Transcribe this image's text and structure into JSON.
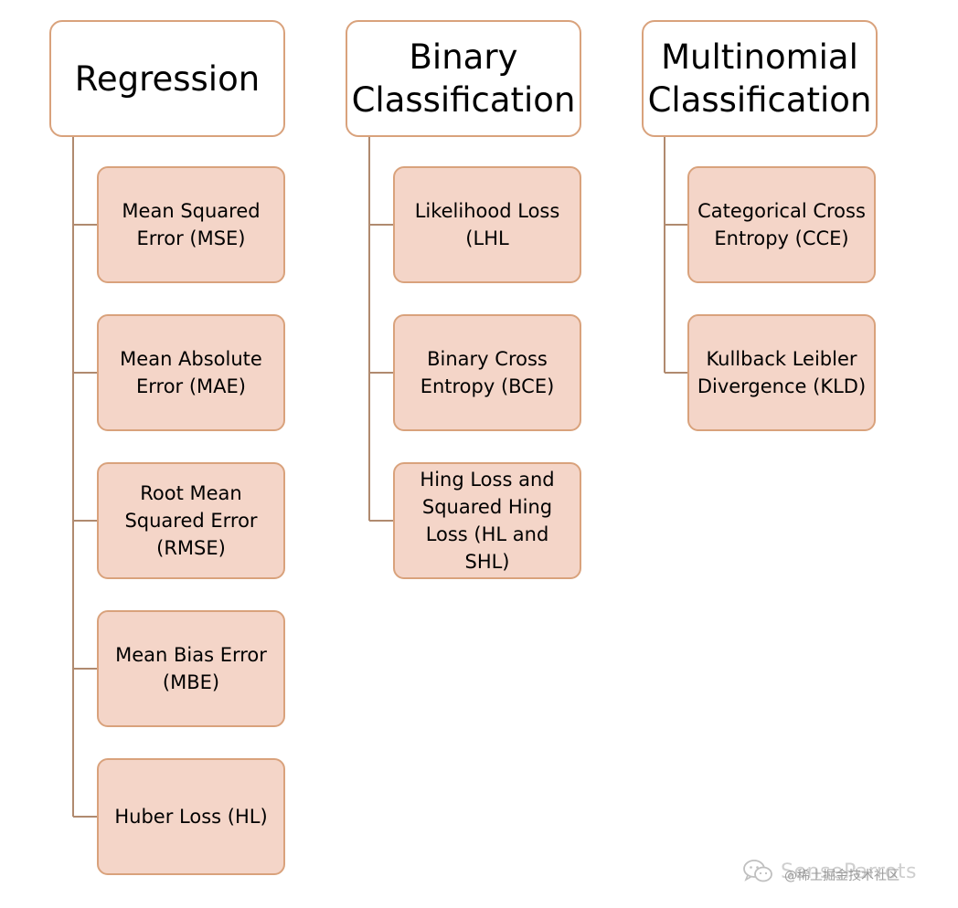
{
  "columns": [
    {
      "header": "Regression",
      "items": [
        "Mean Squared\nError (MSE)",
        "Mean Absolute\nError (MAE)",
        "Root Mean\nSquared Error\n(RMSE)",
        "Mean Bias Error\n(MBE)",
        "Huber Loss (HL)"
      ]
    },
    {
      "header": "Binary\nClassification",
      "items": [
        "Likelihood Loss\n(LHL",
        "Binary Cross\nEntropy (BCE)",
        "Hing Loss and\nSquared Hing\nLoss (HL and SHL)"
      ]
    },
    {
      "header": "Multinomial\nClassification",
      "items": [
        "Categorical Cross\nEntropy (CCE)",
        "Kullback Leibler\nDivergence (KLD)"
      ]
    }
  ],
  "watermark": {
    "brand": "SenseParrots",
    "overlay": "@稀土掘金技术社区",
    "icon": "wechat-icon"
  },
  "colors": {
    "item_fill": "#f4d5c8",
    "border": "#d9a27c",
    "connector": "#b08a6f",
    "header_fill": "#ffffff"
  }
}
